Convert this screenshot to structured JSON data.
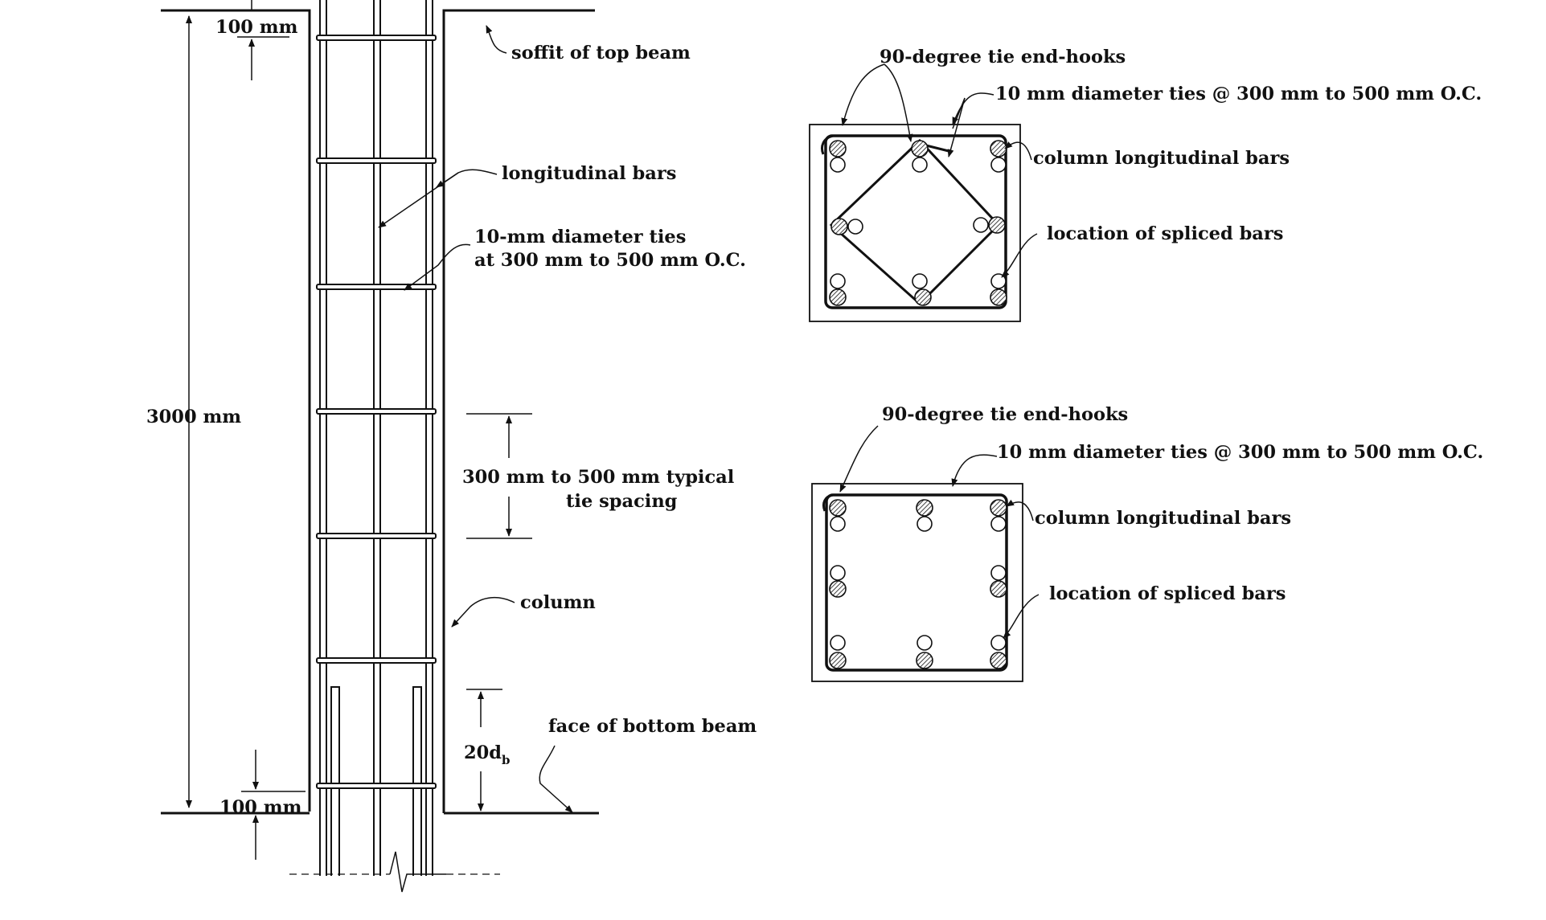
{
  "labels": {
    "top_clear": "100 mm",
    "soffit": "soffit of top beam",
    "longitudinal": "longitudinal bars",
    "ties_line1": "10-mm diameter ties",
    "ties_line2": "at 300 mm to 500 mm O.C.",
    "height": "3000 mm",
    "spacing_line1": "300 mm to 500 mm typical",
    "spacing_line2": "tie spacing",
    "column": "column",
    "face_bottom": "face of bottom beam",
    "splice_length": "20d",
    "splice_sub": "b",
    "bottom_clear": "100 mm"
  },
  "sections": [
    {
      "hooks": "90-degree tie end-hooks",
      "ties": "10 mm diameter ties @ 300 mm to 500 mm O.C.",
      "column_bars": "column longitudinal bars",
      "spliced": "location of spliced bars"
    },
    {
      "hooks": "90-degree tie end-hooks",
      "ties": "10 mm diameter ties @ 300 mm to 500 mm O.C.",
      "column_bars": "column longitudinal bars",
      "spliced": "location of spliced bars"
    }
  ],
  "colors": {
    "ink": "#111111",
    "background": "#ffffff"
  }
}
